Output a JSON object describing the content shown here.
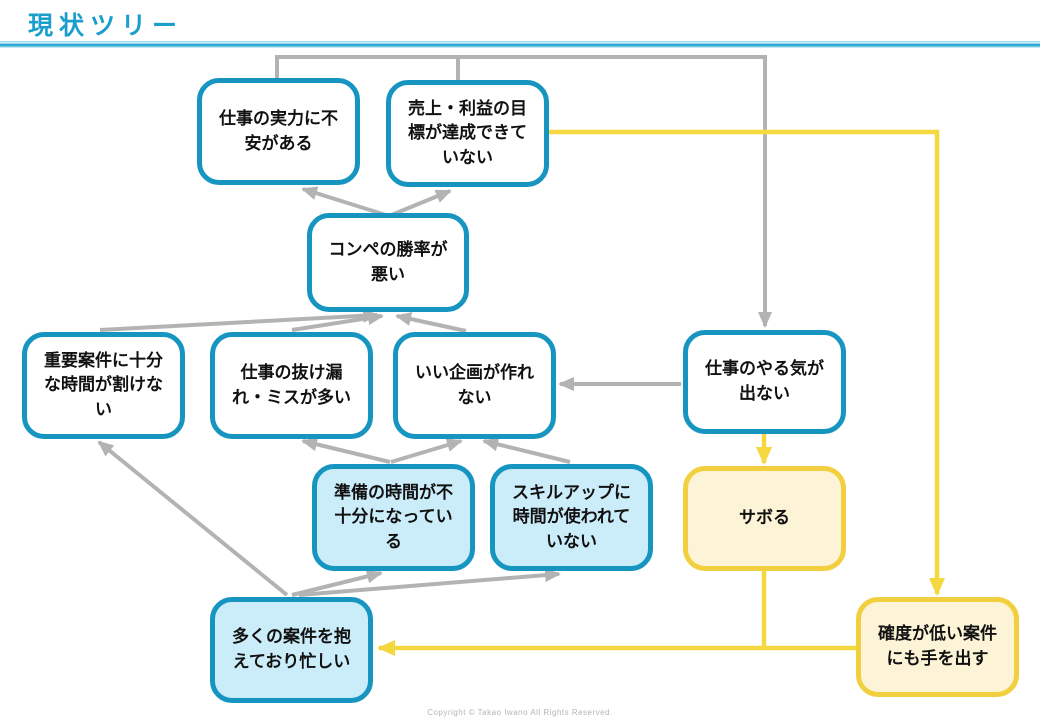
{
  "page": {
    "title": "現状ツリー",
    "footer": "Copyright © Takao Iwano All Rights Reserved."
  },
  "colors": {
    "title_blue": "#1a9ecd",
    "node_border_blue": "#1795c1",
    "node_fill_lightblue": "#cbecf9",
    "node_border_yellow": "#f2cf3e",
    "node_fill_lightyellow": "#fdf4d7",
    "edge_gray": "#b3b3b3",
    "edge_yellow": "#f5d73e"
  },
  "diagram": {
    "nodes": [
      {
        "id": "n1",
        "label": "仕事の実力に不\n安がある",
        "style": "white"
      },
      {
        "id": "n2",
        "label": "売上・利益の目\n標が達成できて\nいない",
        "style": "white"
      },
      {
        "id": "n3",
        "label": "コンペの勝率が\n悪い",
        "style": "white"
      },
      {
        "id": "n4",
        "label": "重要案件に十分\nな時間が割けな\nい",
        "style": "white"
      },
      {
        "id": "n5",
        "label": "仕事の抜け漏\nれ・ミスが多い",
        "style": "white"
      },
      {
        "id": "n6",
        "label": "いい企画が作れ\nない",
        "style": "white"
      },
      {
        "id": "n7",
        "label": "仕事のやる気が\n出ない",
        "style": "white"
      },
      {
        "id": "n8",
        "label": "準備の時間が不\n十分になってい\nる",
        "style": "lightblue"
      },
      {
        "id": "n9",
        "label": "スキルアップに\n時間が使われて\nいない",
        "style": "lightblue"
      },
      {
        "id": "n10",
        "label": "サボる",
        "style": "lightyellow"
      },
      {
        "id": "n11",
        "label": "多くの案件を抱\nえており忙しい",
        "style": "lightblue"
      },
      {
        "id": "n12",
        "label": "確度が低い案件\nにも手を出す",
        "style": "lightyellow"
      }
    ],
    "edges": [
      {
        "from": "n3",
        "to": "n1",
        "color": "gray"
      },
      {
        "from": "n3",
        "to": "n2",
        "color": "gray"
      },
      {
        "from": "n1",
        "to": "n7",
        "color": "gray"
      },
      {
        "from": "n2",
        "to": "n7",
        "color": "gray"
      },
      {
        "from": "n4",
        "to": "n3",
        "color": "gray"
      },
      {
        "from": "n5",
        "to": "n3",
        "color": "gray"
      },
      {
        "from": "n6",
        "to": "n3",
        "color": "gray"
      },
      {
        "from": "n7",
        "to": "n6",
        "color": "gray"
      },
      {
        "from": "n8",
        "to": "n5",
        "color": "gray"
      },
      {
        "from": "n8",
        "to": "n6",
        "color": "gray"
      },
      {
        "from": "n9",
        "to": "n6",
        "color": "gray"
      },
      {
        "from": "n11",
        "to": "n4",
        "color": "gray"
      },
      {
        "from": "n11",
        "to": "n8",
        "color": "gray"
      },
      {
        "from": "n11",
        "to": "n9",
        "color": "gray"
      },
      {
        "from": "n7",
        "to": "n10",
        "color": "yellow"
      },
      {
        "from": "n2",
        "to": "n12",
        "color": "yellow"
      },
      {
        "from": "n10",
        "to": "n11",
        "color": "yellow"
      },
      {
        "from": "n12",
        "to": "n11",
        "color": "yellow"
      }
    ]
  }
}
